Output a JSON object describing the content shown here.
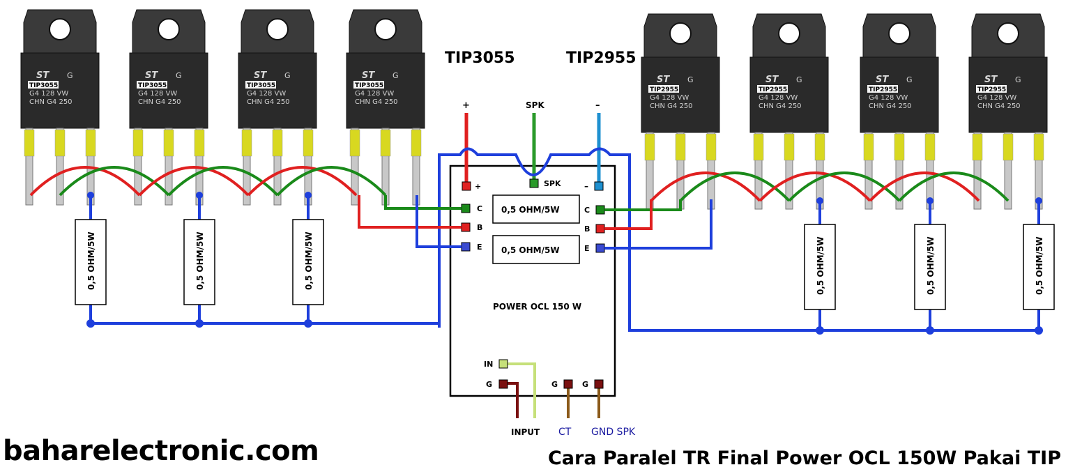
{
  "labels": {
    "npn_group": "TIP3055",
    "pnp_group": "TIP2955",
    "plus": "+",
    "spk": "SPK",
    "minus": "–",
    "pin_c": "C",
    "pin_b": "B",
    "pin_e": "E",
    "resistor": "0,5 OHM/5W",
    "board_title": "POWER OCL 150 W",
    "pin_in": "IN",
    "pin_g": "G",
    "input": "INPUT",
    "ct": "CT",
    "gnd_spk": "GND SPK"
  },
  "transistor_print": {
    "npn": [
      "TIP3055",
      "G4  128  VW",
      "CHN  G4  250"
    ],
    "pnp": [
      "TIP2955",
      "G4  128  VW",
      "CHN  G4  250"
    ],
    "logo_suffix": "G"
  },
  "footer": {
    "website": "baharelectronic.com",
    "caption": "Cara Paralel TR Final Power OCL 150W Pakai TIP"
  },
  "colors": {
    "wire_base": "#e02020",
    "wire_collector": "#1a8a1a",
    "wire_emitter": "#1e3fdc",
    "wire_plus": "#e02020",
    "wire_spk": "#2a9a2a",
    "wire_minus": "#1e90d0",
    "wire_input": "#c6e07a",
    "wire_ground": "#7a1010",
    "wire_ct": "#8b5a1a",
    "transistor_body": "#2a2a2a",
    "transistor_tab": "#3a3a3a",
    "leg": "#c8c8c8",
    "leg_tape": "#d8d820"
  }
}
